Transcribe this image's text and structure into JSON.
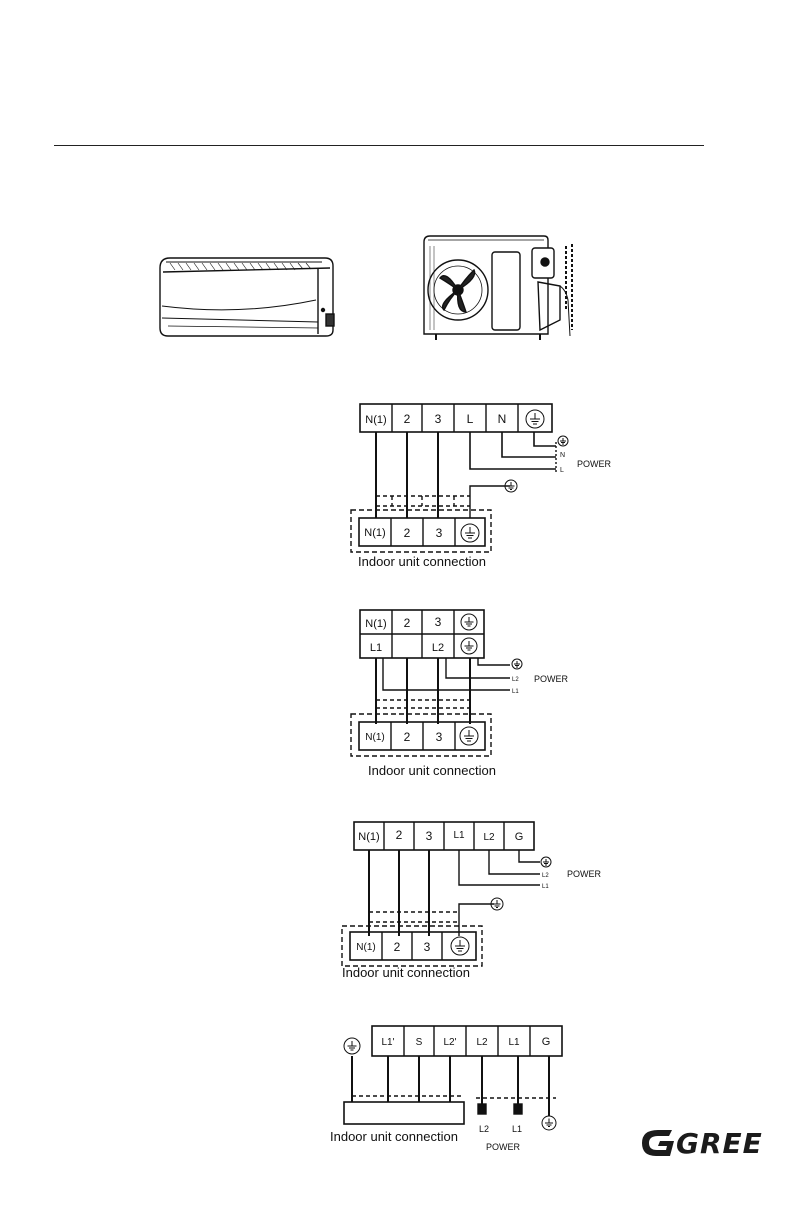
{
  "brand": {
    "logo_text": "GREE",
    "color": "#1b1b1b"
  },
  "icons": [
    "indoor-unit-illustration",
    "outdoor-unit-illustration",
    "ground-icon"
  ],
  "diagrams": [
    {
      "outdoor_terminals": [
        "N(1)",
        "2",
        "3",
        "L",
        "N",
        "ground"
      ],
      "power_wires": [
        "N",
        "L"
      ],
      "power_label": "POWER",
      "indoor_terminals": [
        "N(1)",
        "2",
        "3",
        "ground"
      ],
      "caption": "Indoor unit connection"
    },
    {
      "outdoor_terminals_top": [
        "N(1)",
        "2",
        "3",
        "ground"
      ],
      "outdoor_terminals_bottom": [
        "L1",
        "",
        "L2",
        "ground"
      ],
      "power_wires": [
        "L2",
        "L1"
      ],
      "power_label": "POWER",
      "indoor_terminals": [
        "N(1)",
        "2",
        "3",
        "ground"
      ],
      "caption": "Indoor unit connection"
    },
    {
      "outdoor_terminals": [
        "N(1)",
        "2",
        "3",
        "L1",
        "L2",
        "G"
      ],
      "power_wires": [
        "L2",
        "L1"
      ],
      "power_label": "POWER",
      "indoor_terminals": [
        "N(1)",
        "2",
        "3",
        "ground"
      ],
      "caption": "Indoor unit connection"
    },
    {
      "outdoor_terminals": [
        "L1'",
        "S",
        "L2'",
        "L2",
        "L1",
        "G"
      ],
      "power_wires": [
        "L2",
        "L1"
      ],
      "power_label": "POWER",
      "caption": "Indoor unit connection"
    }
  ]
}
